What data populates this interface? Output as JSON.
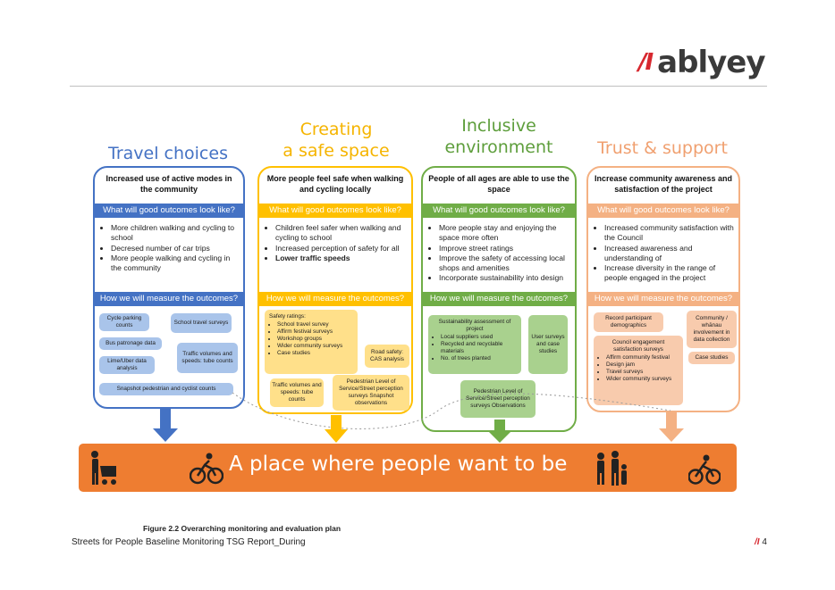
{
  "logo": {
    "mark": "/I",
    "name": "ably"
  },
  "columns": [
    {
      "heading": [
        "Travel choices"
      ],
      "title": "Increased use of active modes in the community",
      "good_label": "What will good outcomes look like?",
      "bullets": [
        "More children walking and cycling to school",
        "Decresed number of car trips",
        "More people walking and cycling in the community"
      ],
      "measure_label": "How we will measure the outcomes?",
      "boxes": [
        "Cycle parking counts",
        "School travel surveys",
        "Bus patronage data",
        "Traffic volumes and speeds: tube counts",
        "Lime/Uber data analysis",
        "Snapshot pedestrian and cyclist counts"
      ]
    },
    {
      "heading": [
        "Creating",
        "a safe space"
      ],
      "title": "More people feel safe when walking and cycling locally",
      "good_label": "What will good outcomes look like?",
      "bullets": [
        "Children feel safer when walking and cycling to school",
        "Increased perception of safety for all",
        "Lower traffic speeds"
      ],
      "measure_label": "How we will measure the outcomes?",
      "safety_label": "Safety ratings:",
      "safety_items": [
        "School travel survey",
        "Affirm festival surveys",
        "Workshop groups",
        "Wider community surveys",
        "Case studies"
      ],
      "boxes": [
        "Road safety: CAS analysis",
        "Traffic volumes and speeds: tube counts",
        "Pedestrian Level of Service/Street perception surveys Snapshot observations"
      ]
    },
    {
      "heading": [
        "Inclusive",
        "environment"
      ],
      "title": "People of all ages are able to use the space",
      "good_label": "What will good outcomes look like?",
      "bullets": [
        "More people stay and enjoying the space more often",
        "Improve street ratings",
        "Improve the safety of accessing local shops and amenities",
        "Incorporate sustainability into design"
      ],
      "measure_label": "How we will measure the outcomes?",
      "sus_label": "Sustainability assessment of project",
      "sus_items": [
        "Local suppliers used",
        "Recycled and recyclable materials",
        "No. of trees planted"
      ],
      "boxes": [
        "User surveys and case studies",
        "Pedestrian Level of Service/Street perception surveys Observations"
      ]
    },
    {
      "heading": [
        "Trust & support"
      ],
      "title": "Increase community awareness and satisfaction of the project",
      "good_label": "What will good outcomes look like?",
      "bullets": [
        "Increased community satisfaction with the Council",
        "Increased awareness and understanding of",
        "Increase diversity in the range of people engaged in the project"
      ],
      "measure_label": "How we will measure the outcomes?",
      "boxes": [
        "Record participant demographics",
        "Community / whānau involvement in data collection",
        "Case studies"
      ],
      "council_label": "Council engagement satisfaction surveys",
      "council_items": [
        "Affirm community festival",
        "Design jam",
        "Travel surveys",
        "Wider community surveys"
      ]
    }
  ],
  "banner": "A place where people want to be",
  "caption": "Figure 2.2 Overarching monitoring and evaluation plan",
  "footer": "Streets for People Baseline Monitoring TSG Report_During",
  "page": {
    "mark": "/I",
    "number": "4"
  },
  "colors": {
    "blue": "#4472c4",
    "yellow": "#ffc000",
    "green": "#70ad47",
    "orange": "#f4b183",
    "banner": "#ee7d31"
  }
}
